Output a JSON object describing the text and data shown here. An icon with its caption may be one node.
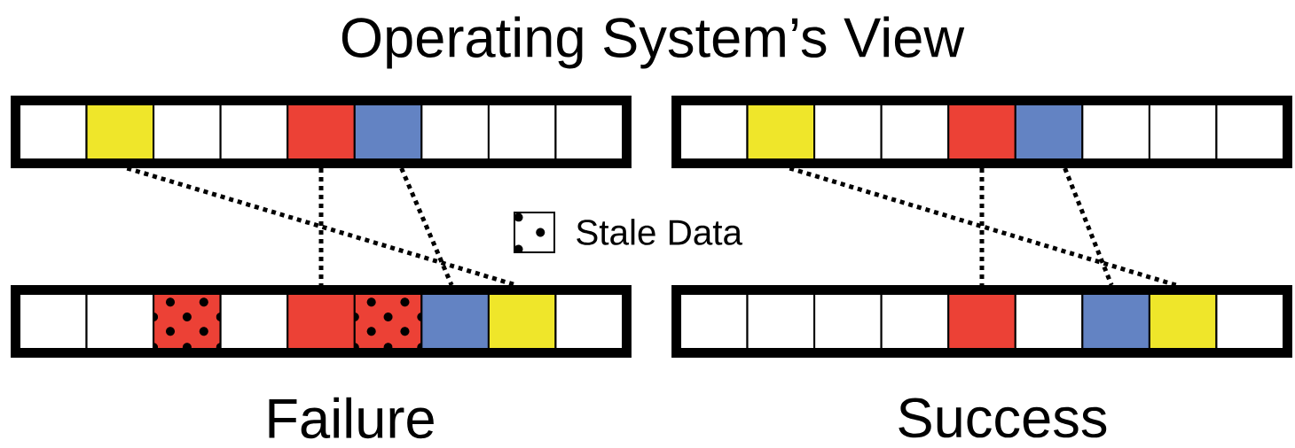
{
  "diagram": {
    "title": "Operating System’s View",
    "nodes": [
      {
        "text": [],
        "shape": "bar"
      },
      {
        "text": [],
        "shape": "box",
        "in": 0
      },
      {
        "text": [],
        "shape": "box",
        "in": 0
      },
      {
        "text": [],
        "shape": "box",
        "in": 0
      },
      {
        "text": [],
        "shape": "box",
        "in": 0
      },
      {
        "text": [],
        "shape": "box",
        "in": 0
      },
      {
        "text": [],
        "shape": "box",
        "in": 0
      },
      {
        "text": [],
        "shape": "box",
        "in": 0
      },
      {
        "text": [],
        "shape": "box",
        "in": 0
      },
      {
        "text": [],
        "shape": "box",
        "in": 0
      },
      {
        "text": [],
        "shape": "bar"
      },
      {
        "text": [],
        "shape": "box",
        "in": 10
      },
      {
        "text": [],
        "shape": "box",
        "in": 10
      },
      {
        "text": [],
        "shape": "box",
        "in": 10
      },
      {
        "text": [],
        "shape": "box",
        "in": 10
      },
      {
        "text": [],
        "shape": "box",
        "in": 10
      },
      {
        "text": [],
        "shape": "box",
        "in": 10
      },
      {
        "text": [],
        "shape": "box",
        "in": 10
      },
      {
        "text": [],
        "shape": "box",
        "in": 10
      },
      {
        "text": [],
        "shape": "box",
        "in": 10
      },
      {
        "text": [],
        "shape": "bar"
      },
      {
        "text": [],
        "shape": "box",
        "in": 20
      },
      {
        "text": [],
        "shape": "box",
        "in": 20
      },
      {
        "text": [],
        "shape": "box",
        "in": 20
      },
      {
        "text": [],
        "shape": "box",
        "in": 20
      },
      {
        "text": [],
        "shape": "box",
        "in": 20
      },
      {
        "text": [],
        "shape": "box",
        "in": 20
      },
      {
        "text": [],
        "shape": "box",
        "in": 20
      },
      {
        "text": [],
        "shape": "box",
        "in": 20
      },
      {
        "text": [],
        "shape": "box",
        "in": 20
      },
      {
        "text": [],
        "shape": "bar"
      },
      {
        "text": [],
        "shape": "box",
        "in": 30
      },
      {
        "text": [],
        "shape": "box",
        "in": 30
      },
      {
        "text": [],
        "shape": "box",
        "in": 30
      },
      {
        "text": [],
        "shape": "box",
        "in": 30
      },
      {
        "text": [],
        "shape": "box",
        "in": 30
      },
      {
        "text": [],
        "shape": "box",
        "in": 30
      },
      {
        "text": [],
        "shape": "box",
        "in": 30
      },
      {
        "text": [],
        "shape": "box",
        "in": 30
      },
      {
        "text": [],
        "shape": "box",
        "in": 30
      }
    ],
    "edges": [
      {
        "from": 2,
        "to": 28,
        "arrow": "none",
        "style": "dashed"
      },
      {
        "from": 5,
        "to": 25,
        "arrow": "none",
        "style": "dashed"
      },
      {
        "from": 6,
        "to": 27,
        "arrow": "none",
        "style": "dashed"
      },
      {
        "from": 12,
        "to": 38,
        "arrow": "none",
        "style": "dashed"
      },
      {
        "from": 15,
        "to": 35,
        "arrow": "none",
        "style": "dashed"
      },
      {
        "from": 16,
        "to": 37,
        "arrow": "none",
        "style": "dashed"
      }
    ],
    "labels": [
      "Failure",
      "Success"
    ],
    "legend": [
      {
        "text": "Stale Data"
      }
    ]
  }
}
